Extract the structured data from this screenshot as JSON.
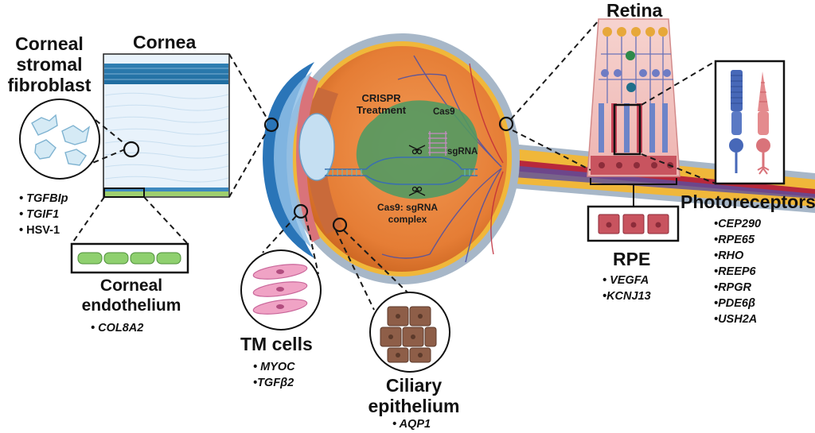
{
  "labels": {
    "corneal_stromal_fibroblast": [
      "Corneal",
      "stromal",
      "fibroblast"
    ],
    "cornea": "Cornea",
    "corneal_endothelium": [
      "Corneal",
      "endothelium"
    ],
    "tm_cells": "TM cells",
    "ciliary_epithelium": [
      "Ciliary",
      "epithelium"
    ],
    "retina": "Retina",
    "rpe": "RPE",
    "photoreceptors": "Photoreceptors"
  },
  "center": {
    "treatment": [
      "CRISPR",
      "Treatment"
    ],
    "cas9": "Cas9",
    "sgrna": "sgRNA",
    "complex": [
      "Cas9: sgRNA",
      "complex"
    ]
  },
  "genes": {
    "fibroblast": [
      "• TGFBIp",
      "• TGIF1",
      "• HSV-1"
    ],
    "endothelium": [
      "• COL8A2"
    ],
    "tm_cells": [
      "• MYOC",
      "•TGFβ2"
    ],
    "ciliary": [
      "• AQP1"
    ],
    "rpe": [
      "• VEGFA",
      "•KCNJ13"
    ],
    "photoreceptors": [
      "•CEP290",
      "•RPE65",
      "•RHO",
      "•REEP6",
      "•RPGR",
      "•PDE6β",
      "•USH2A"
    ]
  },
  "colors": {
    "sclera_outer": "#a7b7c8",
    "eye_body": "#e9843e",
    "cornea_blue": "#2a75b8",
    "lens": "#c5dff2",
    "cas9_green": "#4e9a62",
    "retina_pink": "#f3c2bd",
    "optic_yellow": "#f0b73a",
    "dashed": "#1a1a1a"
  },
  "icons": [
    "magnifier-circle-icon",
    "scissors-icon",
    "cell-icon",
    "photoreceptor-rod-icon",
    "photoreceptor-cone-icon"
  ]
}
